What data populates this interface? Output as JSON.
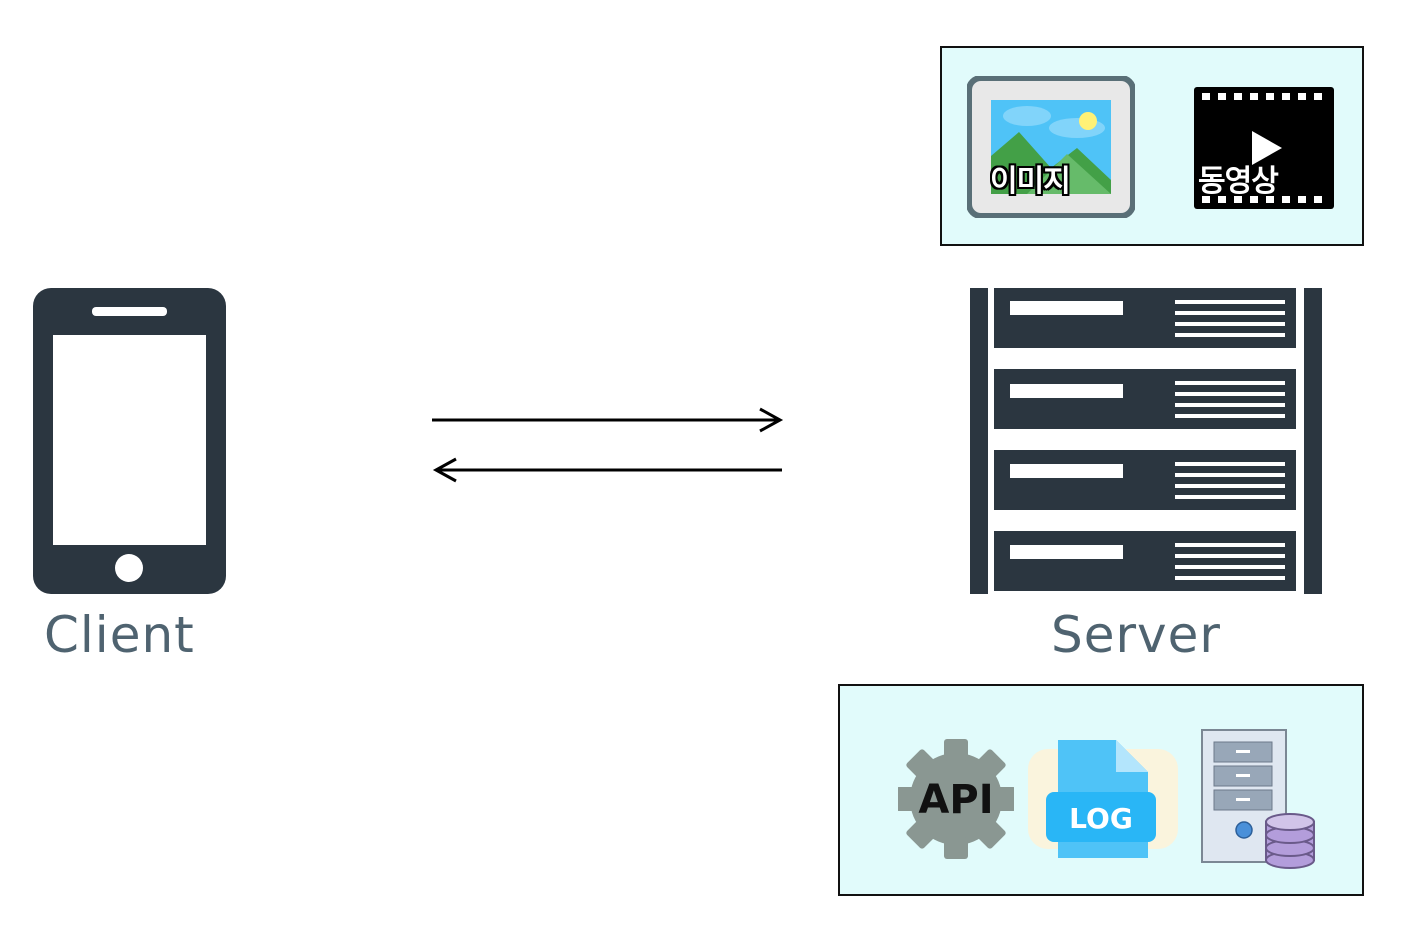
{
  "client": {
    "label": "Client"
  },
  "server": {
    "label": "Server"
  },
  "media_box": {
    "image_label": "이미지",
    "video_label": "동영상"
  },
  "services_box": {
    "api_label": "API",
    "log_label": "LOG"
  },
  "colors": {
    "icon_dark": "#2b3640",
    "box_fill": "#e1fbfb",
    "label_text": "#4f6370"
  }
}
